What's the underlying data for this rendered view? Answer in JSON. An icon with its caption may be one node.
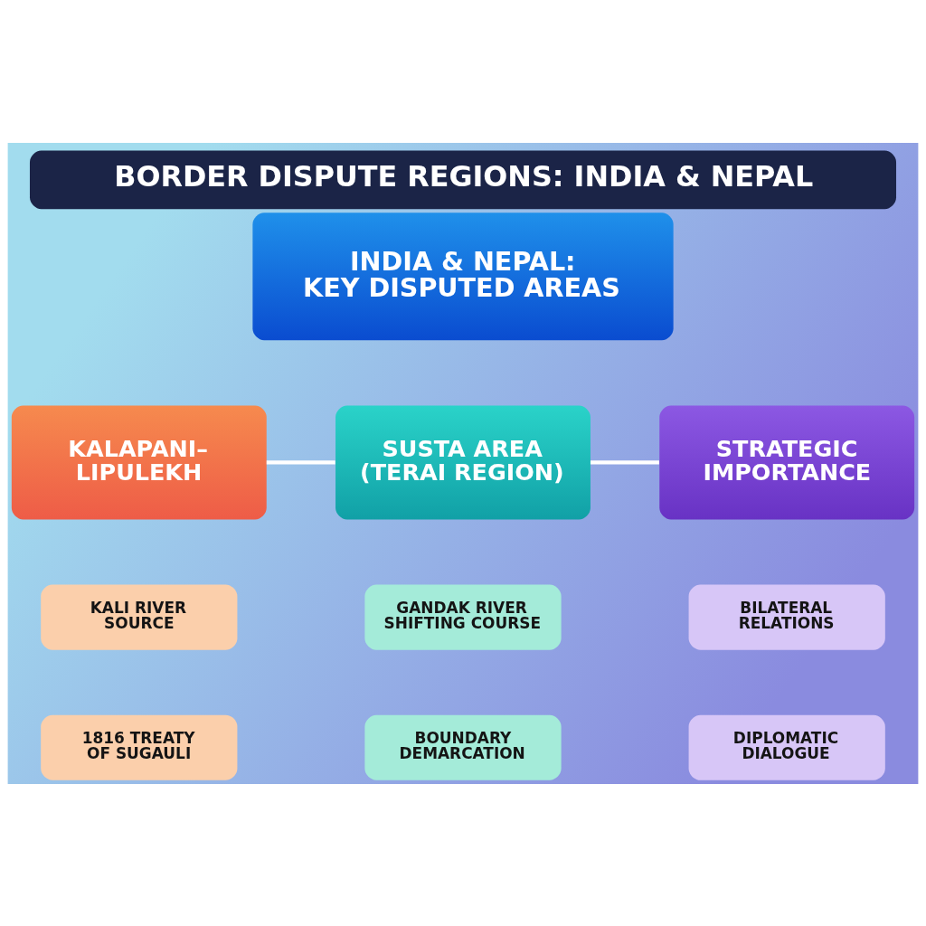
{
  "diagram": {
    "title": "BORDER DISPUTE REGIONS: INDIA & NEPAL",
    "nodes": [
      {
        "text": [
          "INDIA & NEPAL: KEY DISPUTED AREAS"
        ]
      },
      {
        "text": [
          "KALAPANI–LIPULEKH"
        ]
      },
      {
        "text": [
          "SUSTA AREA (TERAI REGION)"
        ]
      },
      {
        "text": [
          "STRATEGIC IMPORTANCE"
        ]
      },
      {
        "text": [
          "KALI RIVER SOURCE"
        ]
      },
      {
        "text": [
          "GANDAK RIVER SHIFTING COURSE"
        ]
      },
      {
        "text": [
          "BILATERAL RELATIONS"
        ]
      },
      {
        "text": [
          "1816 TREATY OF SUGAULI"
        ]
      },
      {
        "text": [
          "BOUNDARY DEMARCATION"
        ]
      },
      {
        "text": [
          "DIPLOMATIC DIALOGUE"
        ]
      }
    ],
    "edges": [
      {
        "from": 1,
        "to": 2,
        "arrow": "none"
      },
      {
        "from": 2,
        "to": 3,
        "arrow": "none"
      }
    ]
  }
}
